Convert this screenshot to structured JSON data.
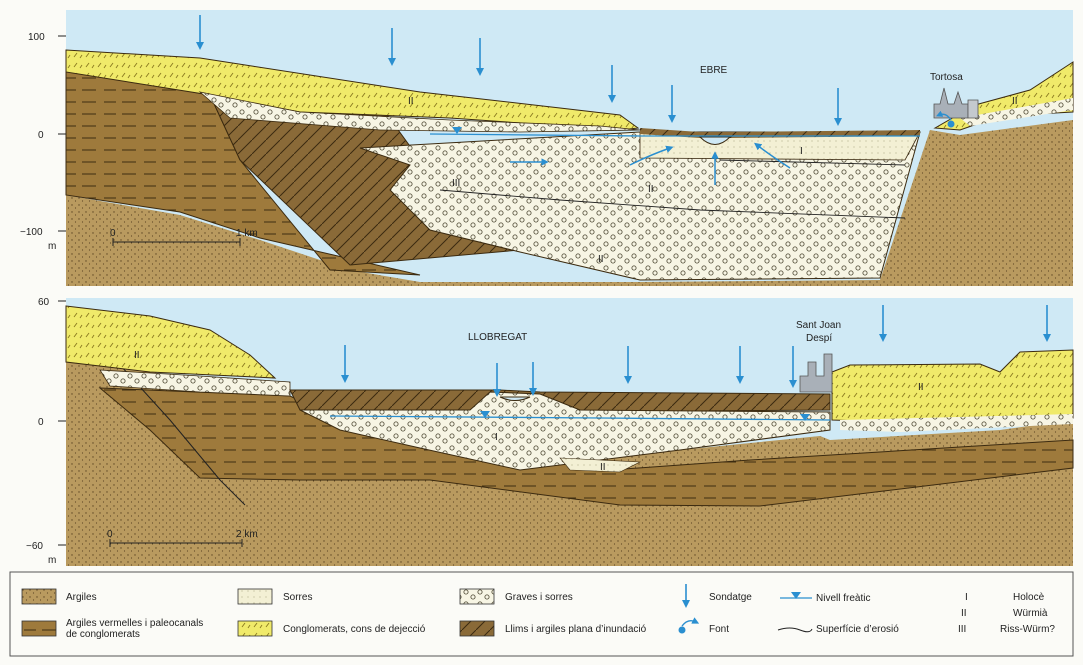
{
  "sections": [
    {
      "river_label": "EBRE",
      "town_label": "Tortosa",
      "y_ticks": [
        "100",
        "0",
        "−100"
      ],
      "y_unit": "m",
      "scale_start": "0",
      "scale_end": "1 km",
      "unit_labels": [
        "II",
        "II",
        "III",
        "II",
        "I",
        "II"
      ]
    },
    {
      "river_label": "LLOBREGAT",
      "town_label_line1": "Sant Joan",
      "town_label_line2": "Despí",
      "y_ticks": [
        "60",
        "0",
        "−60"
      ],
      "y_unit": "m",
      "scale_start": "0",
      "scale_end": "2 km",
      "unit_labels": [
        "II",
        "I",
        "II",
        "II"
      ]
    }
  ],
  "legend": {
    "argiles": "Argiles",
    "argiles_vermelles_line1": "Argiles vermelles i paleocanals",
    "argiles_vermelles_line2": "de conglomerats",
    "sorres": "Sorres",
    "conglomerats": "Conglomerats, cons de dejecció",
    "graves": "Graves i sorres",
    "llims": "Llims i argiles plana d’inundació",
    "sondatge": "Sondatge",
    "font": "Font",
    "nivell": "Nivell freàtic",
    "superficie": "Superfície d’erosió",
    "periods": [
      {
        "numeral": "I",
        "name": "Holocè"
      },
      {
        "numeral": "II",
        "name": "Würmià"
      },
      {
        "numeral": "III",
        "name": "Riss-Würm?"
      }
    ]
  },
  "colors": {
    "sky": "#cfe9f5",
    "argiles": "#b99a5f",
    "argiles_vermelles": "#9e7a3c",
    "sorres": "#f3f0d4",
    "conglomerats": "#f0ea6a",
    "graves": "#f7f5e4",
    "llims": "#8a6a38",
    "water": "#2a8fd0"
  }
}
